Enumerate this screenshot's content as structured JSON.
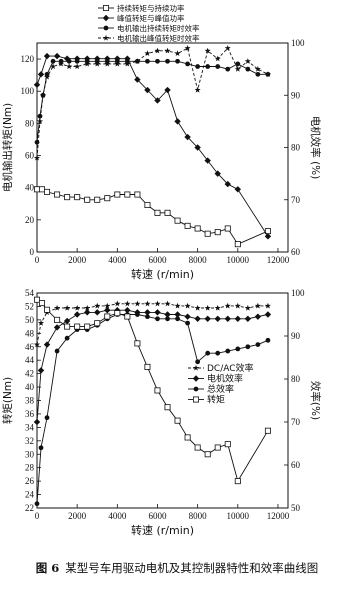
{
  "caption": {
    "figure_no": "图 6",
    "text": "某型号车用驱动电机及其控制器特性和效率曲线图"
  },
  "chart_data": [
    {
      "type": "line",
      "title": "",
      "xlabel": "转速 (r/min)",
      "ylabel": "电机输出转矩(Nm)",
      "y2label": "电机效率 (%)",
      "xlim": [
        0,
        12500
      ],
      "ylim": [
        0,
        130
      ],
      "y2lim": [
        60,
        100
      ],
      "xticks": [
        0,
        2000,
        4000,
        6000,
        8000,
        10000,
        12000
      ],
      "yticks": [
        0,
        20,
        40,
        60,
        80,
        100,
        120
      ],
      "y2ticks": [
        60,
        70,
        80,
        90,
        100
      ],
      "grid": false,
      "legend_position": "top",
      "series": [
        {
          "name": "持续转矩与持续功率",
          "axis": "right",
          "marker": "open-square",
          "x": [
            0,
            250,
            500,
            1000,
            1500,
            2000,
            2500,
            3000,
            3500,
            4000,
            4500,
            5000,
            5500,
            6000,
            6500,
            7000,
            7500,
            8000,
            8500,
            9000,
            9500,
            10000,
            11500
          ],
          "y": [
            72,
            72,
            71.5,
            71,
            70.5,
            70.5,
            70,
            70,
            70.3,
            71,
            71,
            71,
            69,
            67.5,
            67.5,
            66,
            65,
            64.5,
            63.5,
            63.8,
            64.5,
            61.5,
            64
          ]
        },
        {
          "name": "峰值转矩与峰值功率",
          "axis": "right",
          "marker": "filled-diamond",
          "x": [
            0,
            200,
            500,
            1000,
            1500,
            2000,
            2500,
            3000,
            3500,
            4000,
            4500,
            5000,
            5500,
            6000,
            6500,
            7000,
            7500,
            8000,
            8500,
            9000,
            9500,
            10000,
            11500
          ],
          "y": [
            92,
            94,
            97.5,
            97.5,
            97,
            97,
            97,
            97,
            97,
            97,
            97,
            93,
            91,
            89,
            91,
            85,
            82,
            80,
            77.5,
            75,
            73,
            72,
            63
          ]
        },
        {
          "name": "电机输出持续转矩时效率",
          "axis": "right",
          "marker": "filled-circle",
          "x": [
            0,
            150,
            300,
            500,
            800,
            1200,
            1600,
            2000,
            2500,
            3000,
            3500,
            4000,
            4500,
            5000,
            5500,
            6000,
            6500,
            7000,
            7500,
            8000,
            8500,
            9000,
            9500,
            10000,
            10500,
            11000,
            11500
          ],
          "y": [
            81,
            86,
            90,
            94,
            96.5,
            96.5,
            96.5,
            96.5,
            96.5,
            96.5,
            96.5,
            96.5,
            96.5,
            96.5,
            96.5,
            96.5,
            96.5,
            96.5,
            96,
            95.5,
            95.5,
            95.5,
            95,
            96,
            95,
            94,
            94
          ]
        },
        {
          "name": "电机输出峰值转矩时效率",
          "axis": "right",
          "marker": "star",
          "x": [
            0,
            150,
            300,
            500,
            800,
            1200,
            1600,
            2000,
            2500,
            3000,
            3500,
            4000,
            4500,
            5000,
            5500,
            6000,
            6500,
            7000,
            7500,
            8000,
            8500,
            9000,
            9500,
            10000,
            10500,
            11000,
            11500
          ],
          "y": [
            78,
            85,
            90,
            93.5,
            95.5,
            96,
            95.5,
            95.5,
            96,
            96,
            96,
            96,
            96,
            96.5,
            98,
            98.5,
            98.5,
            98,
            99,
            91,
            98.5,
            97,
            99,
            95,
            96.5,
            95,
            94
          ]
        }
      ]
    },
    {
      "type": "line",
      "title": "",
      "xlabel": "转速 (r/min)",
      "ylabel": "转矩(Nm)",
      "y2label": "效率(%)",
      "xlim": [
        0,
        12500
      ],
      "ylim": [
        22,
        54
      ],
      "y2lim": [
        50,
        100
      ],
      "xticks": [
        0,
        2000,
        4000,
        6000,
        8000,
        10000,
        12000
      ],
      "yticks": [
        22,
        24,
        26,
        28,
        30,
        32,
        34,
        36,
        38,
        40,
        42,
        44,
        46,
        48,
        50,
        52,
        54
      ],
      "y2ticks": [
        50,
        60,
        70,
        80,
        90,
        100
      ],
      "grid": false,
      "legend_position": "right",
      "series": [
        {
          "name": "DC/AC效率",
          "axis": "right",
          "marker": "star",
          "x": [
            0,
            200,
            500,
            1000,
            1500,
            2000,
            2500,
            3000,
            3500,
            4000,
            4500,
            5000,
            5500,
            6000,
            6500,
            7000,
            7500,
            8000,
            8500,
            9000,
            9500,
            10000,
            10500,
            11000,
            11500
          ],
          "y": [
            88,
            93,
            95.5,
            96.5,
            96.5,
            96.5,
            96.5,
            97,
            97,
            97.5,
            97.5,
            97.5,
            97.5,
            97.5,
            97.5,
            97,
            97,
            96.5,
            96.5,
            96.5,
            97,
            97,
            96.5,
            97,
            97
          ]
        },
        {
          "name": "电机效率",
          "axis": "right",
          "marker": "filled-diamond",
          "x": [
            0,
            200,
            500,
            1000,
            1500,
            2000,
            2500,
            3000,
            3500,
            4000,
            4500,
            5000,
            5500,
            6000,
            6500,
            7000,
            7500,
            8000,
            8500,
            9000,
            9500,
            10000,
            10500,
            11000,
            11500
          ],
          "y": [
            70,
            82,
            88,
            92,
            93.5,
            95,
            95.5,
            95.5,
            96,
            96,
            96,
            95.5,
            95.5,
            95.5,
            95,
            95,
            94.5,
            94,
            94,
            94,
            94,
            94,
            94,
            94.5,
            95
          ]
        },
        {
          "name": "总效率",
          "axis": "right",
          "marker": "filled-circle",
          "x": [
            0,
            200,
            500,
            1000,
            1500,
            2000,
            2500,
            3000,
            3500,
            4000,
            4500,
            5000,
            5500,
            6000,
            6500,
            7000,
            7500,
            8000,
            8500,
            9000,
            9500,
            10000,
            10500,
            11000,
            11500
          ],
          "y": [
            51,
            64,
            71,
            86.5,
            89.5,
            91.5,
            91.5,
            92.5,
            94,
            95,
            95,
            95,
            94.5,
            94,
            94,
            94,
            93,
            84,
            86,
            86,
            86.5,
            87,
            87.5,
            88,
            89
          ]
        },
        {
          "name": "转矩",
          "axis": "left",
          "marker": "open-square",
          "x": [
            0,
            250,
            500,
            1000,
            1500,
            2000,
            2500,
            3000,
            3500,
            4000,
            4500,
            5000,
            5500,
            6000,
            6500,
            7000,
            7500,
            8000,
            8500,
            9000,
            9500,
            10000,
            11500
          ],
          "y": [
            53,
            52.5,
            51.5,
            50,
            49,
            49,
            49,
            49.5,
            50.5,
            51,
            50.5,
            46.5,
            43,
            39.5,
            37,
            35,
            32.5,
            31,
            30,
            31,
            31.5,
            26,
            33.5
          ]
        }
      ]
    }
  ]
}
